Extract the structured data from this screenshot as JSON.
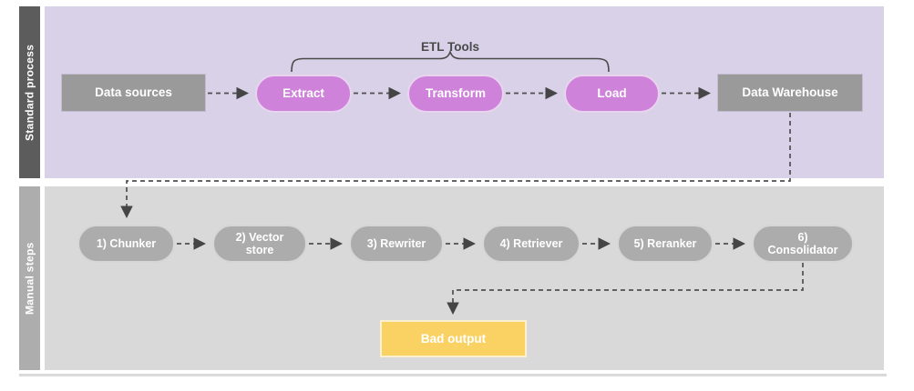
{
  "lanes": [
    {
      "label": "Standard process"
    },
    {
      "label": "Manual steps"
    }
  ],
  "group_label": "ETL Tools",
  "standard_flow": {
    "nodes": [
      {
        "label": "Data sources",
        "shape": "rectangle"
      },
      {
        "label": "Extract",
        "shape": "pill"
      },
      {
        "label": "Transform",
        "shape": "pill"
      },
      {
        "label": "Load",
        "shape": "pill"
      },
      {
        "label": "Data Warehouse",
        "shape": "rectangle"
      }
    ]
  },
  "manual_flow": {
    "nodes": [
      {
        "label": "1) Chunker"
      },
      {
        "label": "2) Vector store"
      },
      {
        "label": "3) Rewriter"
      },
      {
        "label": "4) Retriever"
      },
      {
        "label": "5) Reranker"
      },
      {
        "label": "6) Consolidator"
      }
    ],
    "output": {
      "label": "Bad output"
    }
  },
  "colors": {
    "lane_standard_bg": "#d8d1e8",
    "lane_standard_label_bg": "#5c5c5c",
    "lane_manual_bg": "#d9d9d9",
    "lane_manual_label_bg": "#adadad",
    "etl_pill": "#ce82da",
    "gray_node": "#9a9a9a",
    "manual_pill": "#acacac",
    "bad_output_yellow": "#fad264",
    "connector": "#4f4f4f"
  }
}
